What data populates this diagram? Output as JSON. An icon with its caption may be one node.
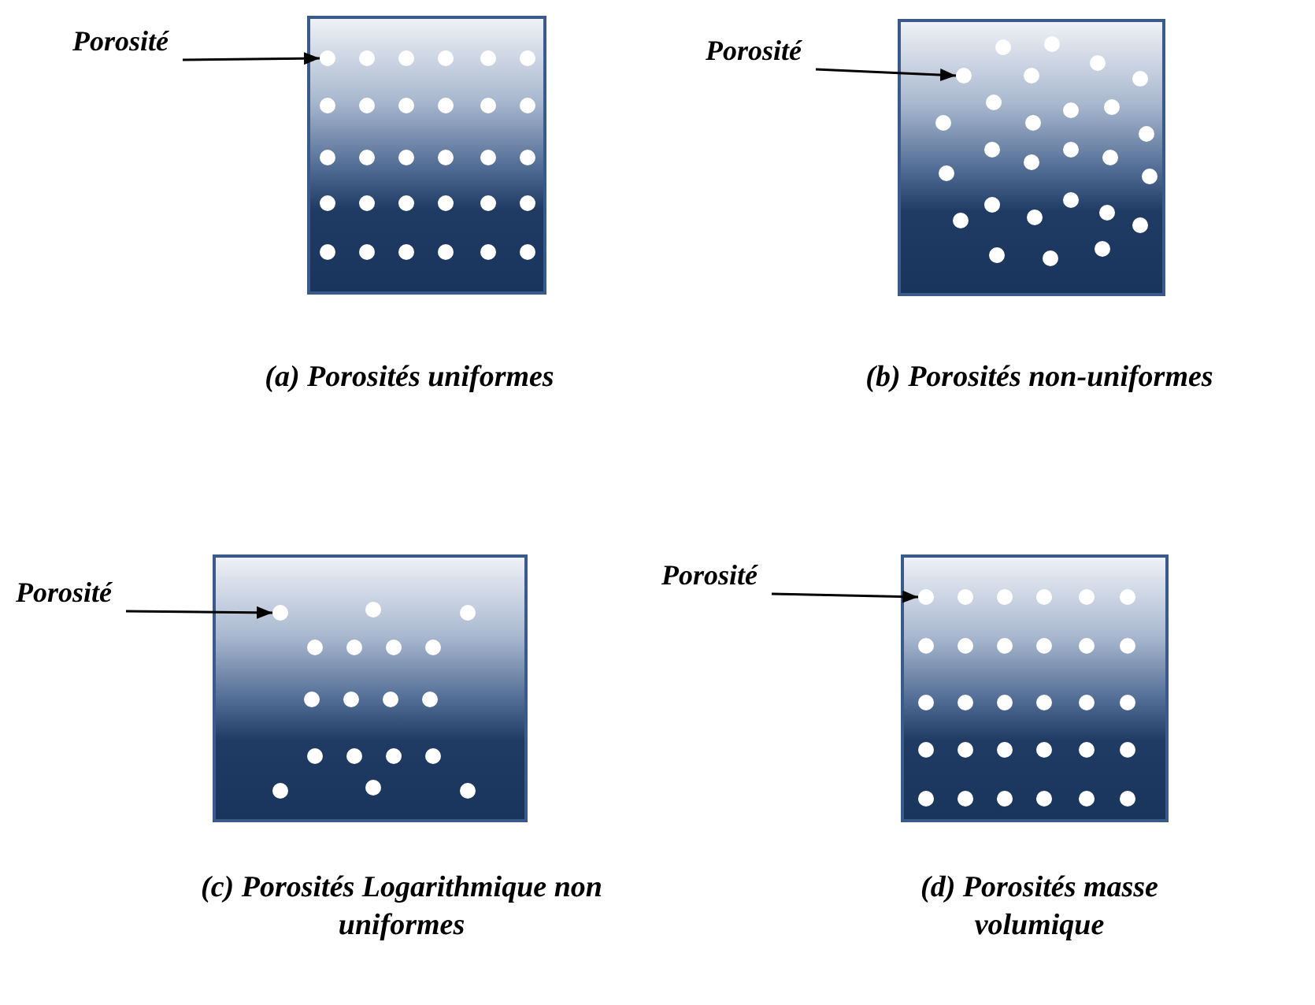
{
  "diagram": {
    "nodes": [
      {
        "text": [
          "Porosité"
        ]
      },
      {
        "text": [],
        "shape": "box",
        "beside": [
          "(a) Porosités uniformes"
        ]
      },
      {
        "text": [],
        "shape": "circle",
        "in": 1
      },
      {
        "text": [
          "Porosité"
        ]
      },
      {
        "text": [],
        "shape": "box",
        "beside": [
          "(b) Porosités non-uniformes"
        ]
      },
      {
        "text": [],
        "shape": "circle",
        "in": 4
      },
      {
        "text": [
          "Porosité"
        ]
      },
      {
        "text": [],
        "shape": "box",
        "beside": [
          "(c) Porosités Logarithmique non uniformes"
        ]
      },
      {
        "text": [],
        "shape": "circle",
        "in": 7
      },
      {
        "text": [
          "Porosité"
        ]
      },
      {
        "text": [],
        "shape": "box",
        "beside": [
          "(d) Porosités masse volumique"
        ]
      },
      {
        "text": [],
        "shape": "circle",
        "in": 10
      }
    ],
    "edges": [
      {
        "from": 0,
        "to": 2,
        "arrow": "to"
      },
      {
        "from": 3,
        "to": 5,
        "arrow": "to"
      },
      {
        "from": 6,
        "to": 8,
        "arrow": "to"
      },
      {
        "from": 9,
        "to": 11,
        "arrow": "to"
      }
    ]
  }
}
